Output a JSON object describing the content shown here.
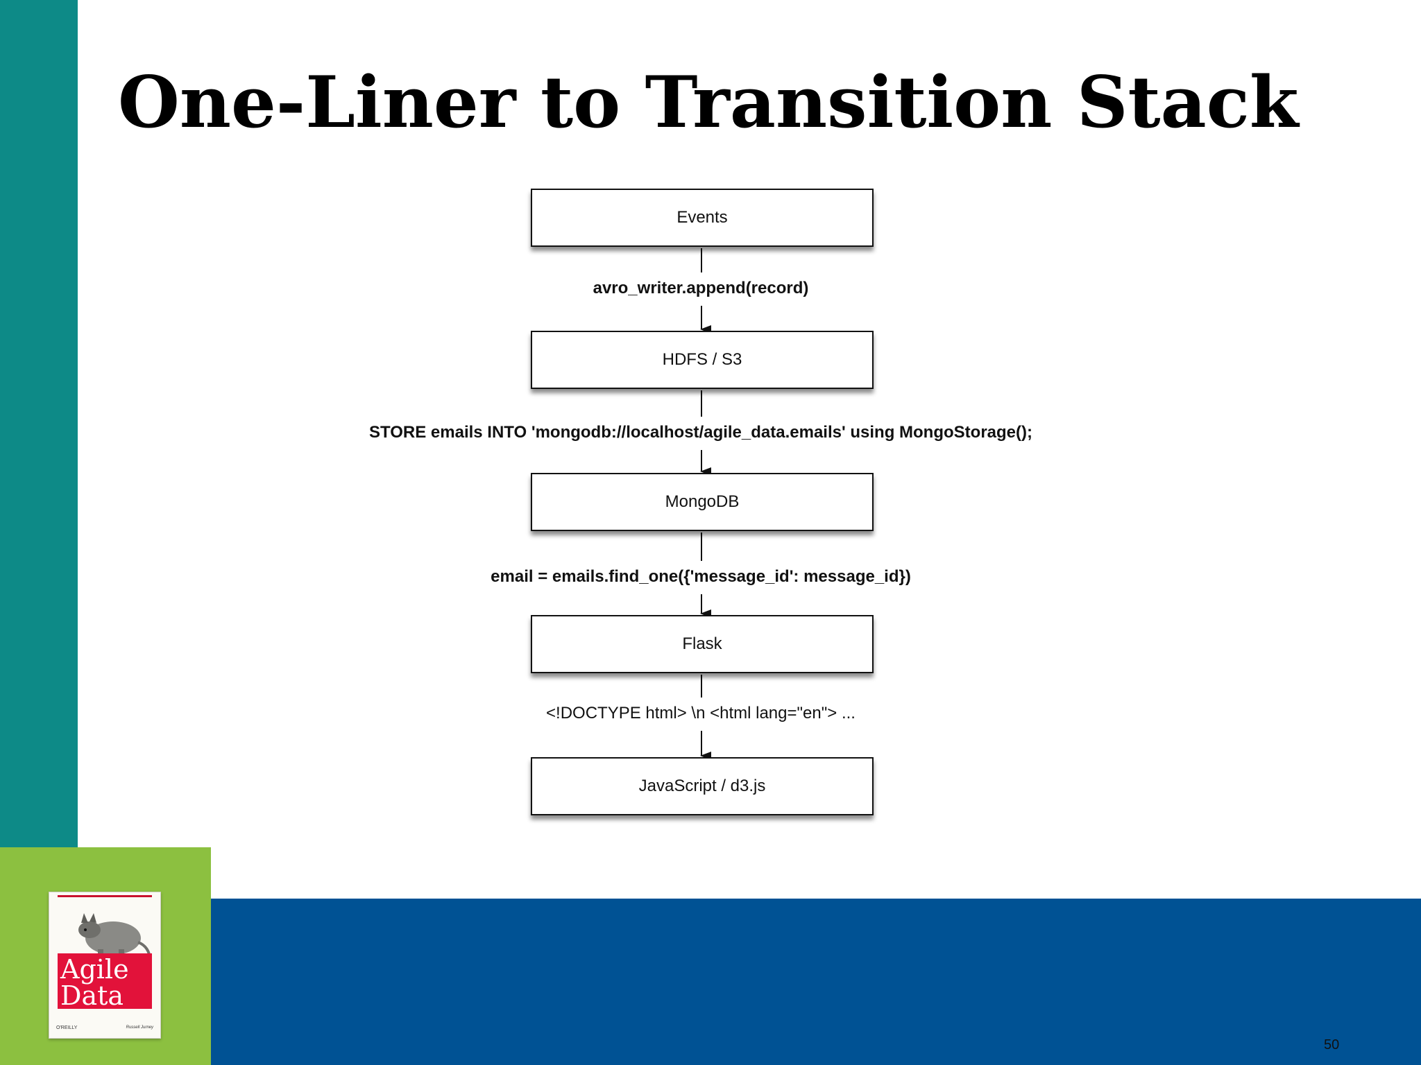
{
  "slide": {
    "title": "One-Liner to Transition Stack",
    "page_number": "50"
  },
  "diagram": {
    "nodes": [
      {
        "id": "events",
        "label": "Events"
      },
      {
        "id": "hdfs",
        "label": "HDFS / S3"
      },
      {
        "id": "mongodb",
        "label": "MongoDB"
      },
      {
        "id": "flask",
        "label": "Flask"
      },
      {
        "id": "js",
        "label": "JavaScript / d3.js"
      }
    ],
    "edges": [
      {
        "from": "events",
        "to": "hdfs",
        "label": "avro_writer.append(record)",
        "bold": true
      },
      {
        "from": "hdfs",
        "to": "mongodb",
        "label": "STORE emails INTO 'mongodb://localhost/agile_data.emails' using MongoStorage();",
        "bold": true
      },
      {
        "from": "mongodb",
        "to": "flask",
        "label": "email = emails.find_one({'message_id': message_id})",
        "bold": true
      },
      {
        "from": "flask",
        "to": "js",
        "label": "<!DOCTYPE html> \\n <html lang=\"en\"> ...",
        "bold": false
      }
    ]
  },
  "book_cover": {
    "title_line1": "Agile",
    "title_line2": "Data",
    "publisher": "O'REILLY",
    "author": "Russell Jurney"
  },
  "colors": {
    "teal_bar": "#0d8a87",
    "green_block": "#8cc040",
    "blue_band": "#005294",
    "book_red": "#e2123a"
  }
}
